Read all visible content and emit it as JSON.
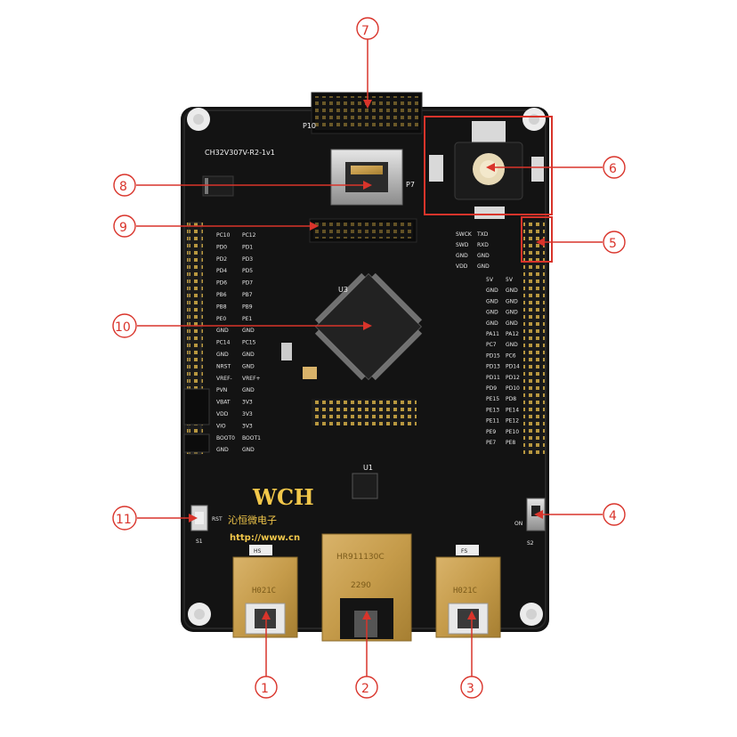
{
  "board": {
    "model": "CH32V307V-R2-1v1",
    "logo": "WCH",
    "logo_subtitle": "沁恒微电子",
    "url": "http://www.cn"
  },
  "callouts": [
    {
      "id": "1",
      "label": "①"
    },
    {
      "id": "2",
      "label": "②"
    },
    {
      "id": "3",
      "label": "③"
    },
    {
      "id": "4",
      "label": "④"
    },
    {
      "id": "5",
      "label": "⑤"
    },
    {
      "id": "6",
      "label": "⑥"
    },
    {
      "id": "7",
      "label": "⑦"
    },
    {
      "id": "8",
      "label": "⑧"
    },
    {
      "id": "9",
      "label": "⑨"
    },
    {
      "id": "10",
      "label": "⑩"
    },
    {
      "id": "11",
      "label": "⑪"
    }
  ],
  "silkscreen": {
    "left_pins": [
      "PC10",
      "PD0",
      "PD2",
      "PD4",
      "PD6",
      "PB6",
      "PB8",
      "PE0",
      "GND",
      "PC14",
      "GND",
      "NRST",
      "VREF-",
      "PVN",
      "VBAT",
      "VDD",
      "VIO",
      "BOOT0",
      "GND"
    ],
    "left_pins_2": [
      "PC12",
      "PD1",
      "PD3",
      "PD5",
      "PD7",
      "PB7",
      "PB9",
      "PE1",
      "GND",
      "PC15",
      "GND",
      "GND",
      "VREF+",
      "GND",
      "3V3",
      "3V3",
      "3V3",
      "BOOT1",
      "GND"
    ],
    "right_pins": [
      "5V",
      "GND",
      "GND",
      "GND",
      "GND",
      "PA11",
      "PC7",
      "PD15",
      "PD13",
      "PD11",
      "PD9",
      "PE15",
      "PE13",
      "PE11",
      "PE9",
      "PE7"
    ],
    "right_pins_2": [
      "5V",
      "GND",
      "GND",
      "GND",
      "GND",
      "PA12",
      "GND",
      "PC6",
      "PD14",
      "PD12",
      "PD10",
      "PD8",
      "PE14",
      "PE12",
      "PE10",
      "PE8"
    ],
    "debug_left": [
      "SWCK",
      "SWD",
      "GND",
      "VDD"
    ],
    "debug_right": [
      "TXD",
      "RXD",
      "GND",
      "GND"
    ],
    "port_hs": "HS",
    "port_fs": "FS",
    "usb_marking": "H021C",
    "rj45_marking_1": "HR911130C",
    "rj45_marking_2": "2290",
    "switch_on": "ON",
    "p10": "P10",
    "p7": "P7",
    "u3": "U3",
    "u1": "U1",
    "s1": "S1",
    "s2": "S2",
    "rst": "RST"
  },
  "colors": {
    "marker": "#d9342b",
    "pcb": "#121212",
    "silk": "#f2f2f2",
    "gold": "#c9a144",
    "logo": "#f2c74a"
  }
}
